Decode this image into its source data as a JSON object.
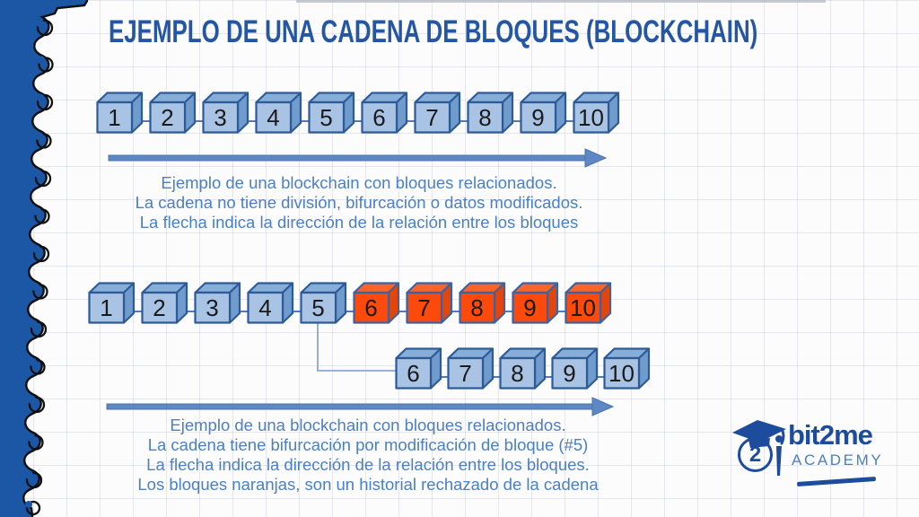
{
  "title": "EJEMPLO DE UNA CADENA DE BLOQUES (BLOCKCHAIN)",
  "diagram1": {
    "blocks": [
      "1",
      "2",
      "3",
      "4",
      "5",
      "6",
      "7",
      "8",
      "9",
      "10"
    ],
    "caption_lines": [
      "Ejemplo de una blockchain con bloques relacionados.",
      "La cadena no tiene división, bifurcación o datos modificados.",
      "La flecha indica la dirección de la relación entre los bloques"
    ]
  },
  "diagram2": {
    "chain_blocks": [
      "1",
      "2",
      "3",
      "4",
      "5",
      "6",
      "7",
      "8",
      "9",
      "10"
    ],
    "fork_blocks": [
      "6",
      "7",
      "8",
      "9",
      "10"
    ],
    "caption_lines": [
      "Ejemplo de una blockchain con bloques relacionados.",
      "La cadena tiene bifurcación por modificación de bloque (#5)",
      "La flecha indica la dirección de la relación entre los bloques.",
      "Los bloques naranjas, son un historial rechazado de la cadena"
    ]
  },
  "logo": {
    "brand": "bit2me",
    "sub_brand": "ACADEMY",
    "badge_number": "2"
  },
  "colors": {
    "title_blue": "#2456a3",
    "caption_blue": "#4a80c4",
    "block_blue": "#a9c3e4",
    "block_orange": "#fb4a0c",
    "block_edge": "#2d5b97",
    "arrow_blue": "#5d88c4",
    "brand_navy": "#1d4c9c",
    "brand_light_blue": "#4b80c2",
    "torn_edge_blue": "#1b57a5"
  }
}
